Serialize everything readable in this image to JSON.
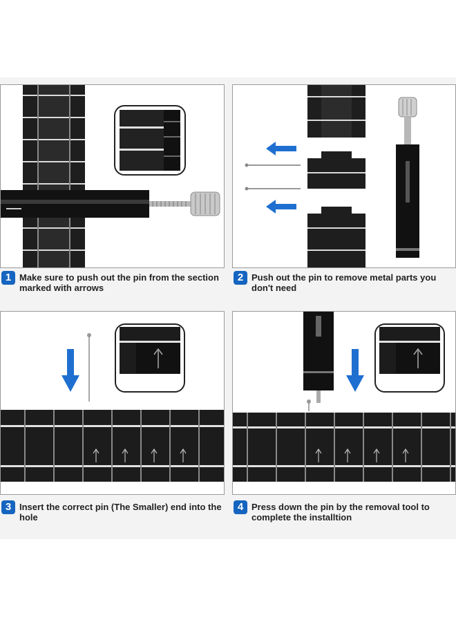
{
  "steps": [
    {
      "number": "1",
      "caption": "Make sure to push out the pin from the section marked with arrows"
    },
    {
      "number": "2",
      "caption": "Push out the pin to remove metal parts you don't need"
    },
    {
      "number": "3",
      "caption": "Insert the correct pin (The Smaller) end into the hole"
    },
    {
      "number": "4",
      "caption": "Press down the pin by the removal tool to complete the installtion"
    }
  ],
  "colors": {
    "badge": "#1565c0",
    "arrow": "#1f6fd1",
    "metal_dark": "#1c1c1c",
    "metal_highlight": "#e8e8e8",
    "sheet_background": "#f3f3f3"
  }
}
